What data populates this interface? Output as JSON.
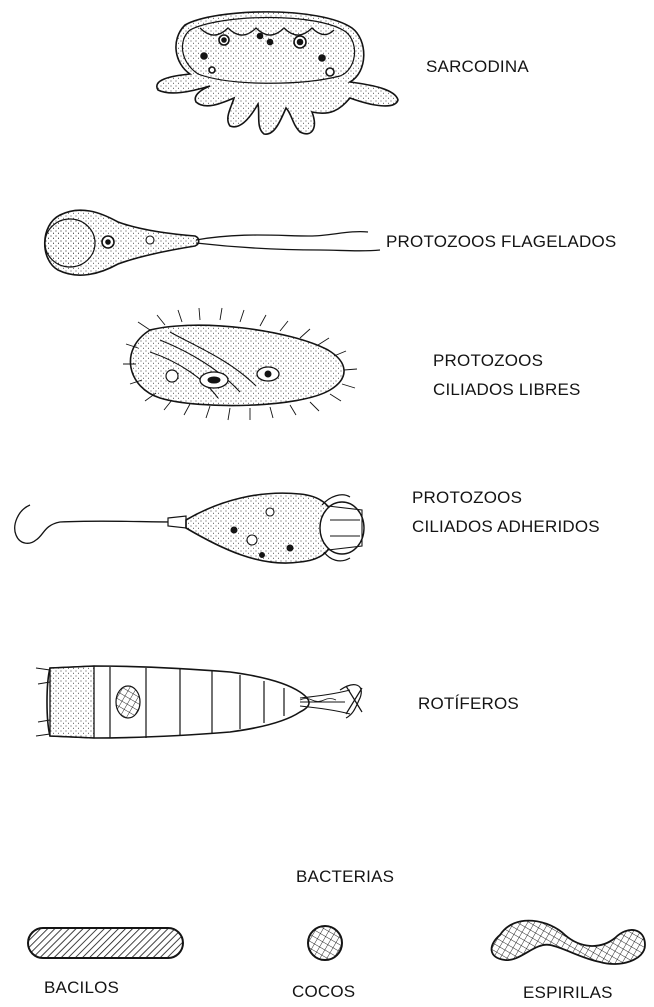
{
  "labels": {
    "sarcodina": "SARCODINA",
    "flagelados": "PROTOZOOS FLAGELADOS",
    "ciliados_libres_1": "PROTOZOOS",
    "ciliados_libres_2": "CILIADOS LIBRES",
    "ciliados_adheridos_1": "PROTOZOOS",
    "ciliados_adheridos_2": "CILIADOS ADHERIDOS",
    "rotiferos": "ROTÍFEROS",
    "bacterias": "BACTERIAS",
    "bacilos": "BACILOS",
    "cocos": "COCOS",
    "espirilas": "ESPIRILAS"
  },
  "colors": {
    "ink": "#141414",
    "background": "#ffffff"
  }
}
